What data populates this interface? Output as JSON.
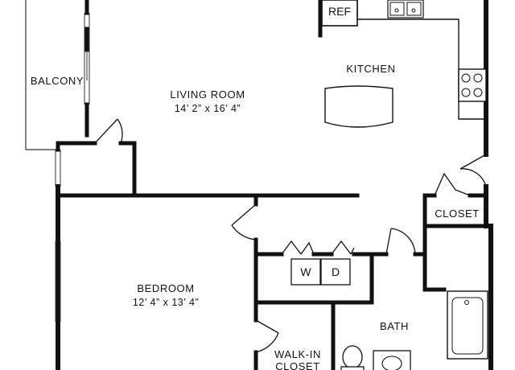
{
  "rooms": {
    "balcony": {
      "name": "BALCONY"
    },
    "living_room": {
      "name": "LIVING ROOM",
      "size": "14’ 2” x 16’ 4”"
    },
    "kitchen": {
      "name": "KITCHEN"
    },
    "closet": {
      "name": "CLOSET"
    },
    "bedroom": {
      "name": "BEDROOM",
      "size": "12’ 4” x 13’ 4”"
    },
    "bath": {
      "name": "BATH"
    },
    "walk_in_closet": {
      "name_line1": "WALK-IN",
      "name_line2": "CLOSET"
    }
  },
  "appliances": {
    "refrigerator": "REF",
    "washer": "W",
    "dryer": "D"
  },
  "colors": {
    "wall": "#111111",
    "background": "#ffffff"
  }
}
